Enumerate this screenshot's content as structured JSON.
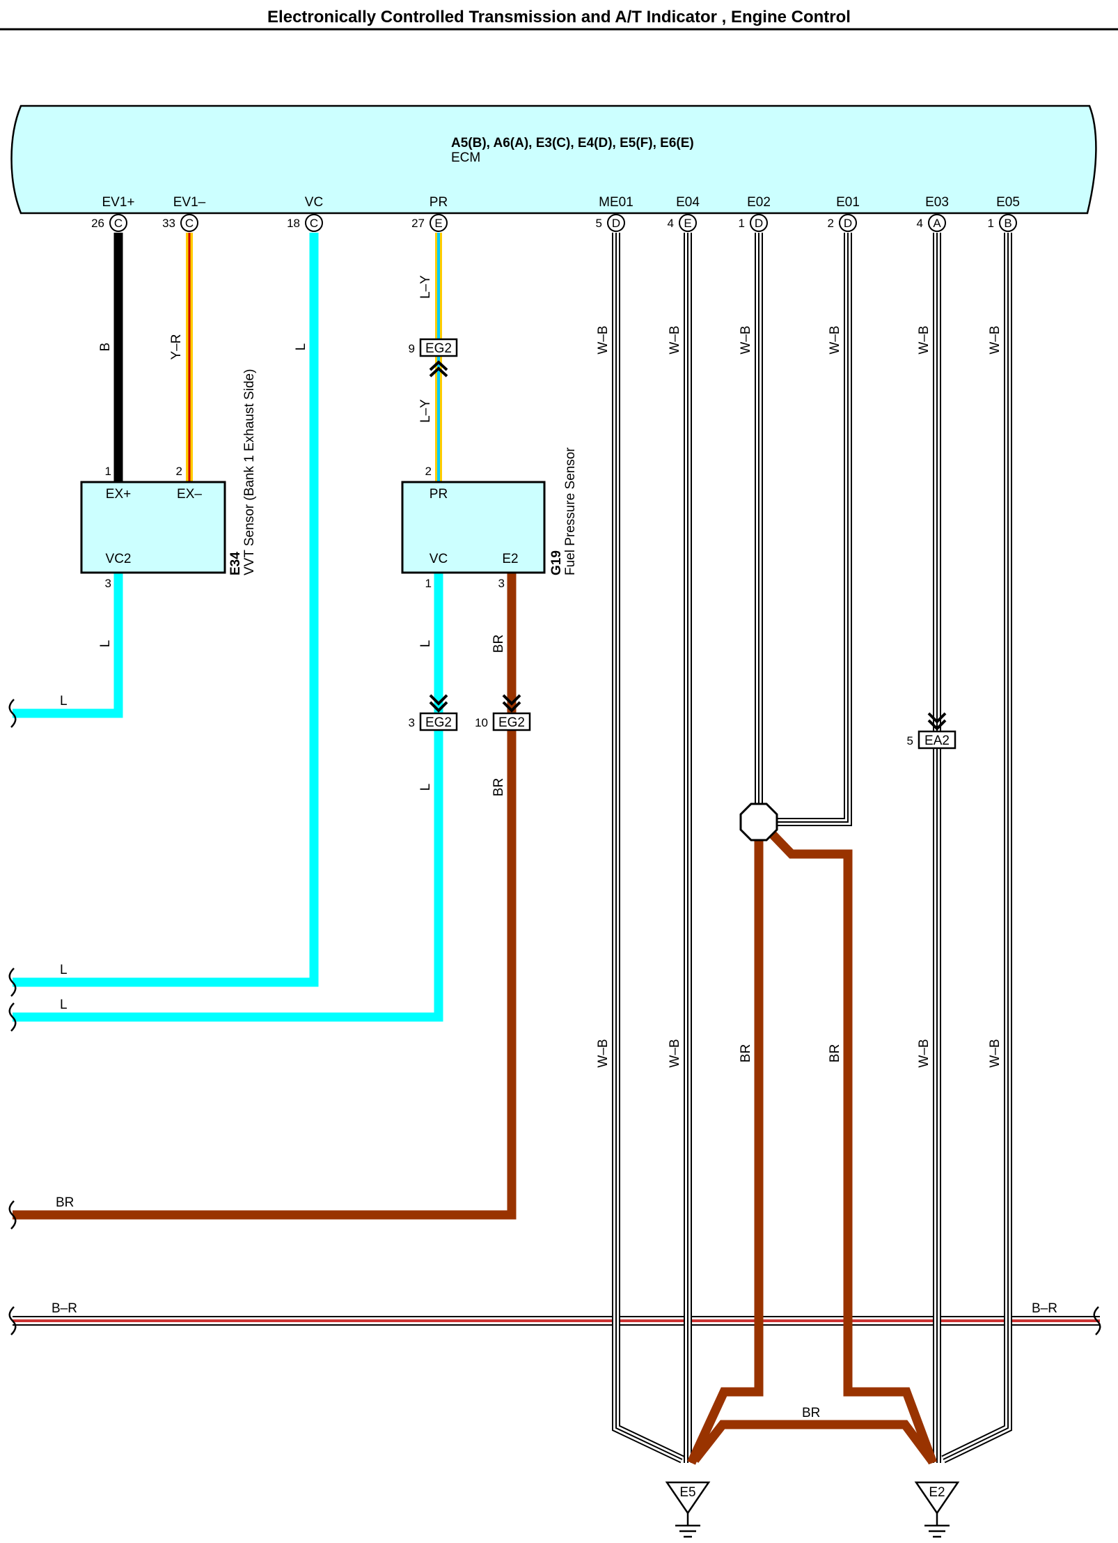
{
  "title": "Electronically Controlled Transmission and A/T Indicator , Engine Control",
  "ecm": {
    "connectors": "A5(B), A6(A), E3(C), E4(D), E5(F), E6(E)",
    "name": "ECM",
    "pins": [
      {
        "name": "EV1+",
        "num": "26",
        "conn": "C"
      },
      {
        "name": "EV1–",
        "num": "33",
        "conn": "C"
      },
      {
        "name": "VC",
        "num": "18",
        "conn": "C"
      },
      {
        "name": "PR",
        "num": "27",
        "conn": "E"
      },
      {
        "name": "ME01",
        "num": "5",
        "conn": "D"
      },
      {
        "name": "E04",
        "num": "4",
        "conn": "E"
      },
      {
        "name": "E02",
        "num": "1",
        "conn": "D"
      },
      {
        "name": "E01",
        "num": "2",
        "conn": "D"
      },
      {
        "name": "E03",
        "num": "4",
        "conn": "A"
      },
      {
        "name": "E05",
        "num": "1",
        "conn": "B"
      }
    ]
  },
  "wire_colors": {
    "B": "B",
    "YR": "Y–R",
    "L": "L",
    "LY": "L–Y",
    "WB": "W–B",
    "BR": "BR",
    "BR_stripe": "B–R"
  },
  "vvt_sensor": {
    "code": "E34",
    "name": "VVT Sensor (Bank 1 Exhaust Side)",
    "pins": [
      {
        "num": "1",
        "label": "EX+"
      },
      {
        "num": "2",
        "label": "EX–"
      },
      {
        "num": "3",
        "label": "VC2"
      }
    ]
  },
  "fuel_sensor": {
    "code": "G19",
    "name": "Fuel Pressure Sensor",
    "pins": [
      {
        "num": "2",
        "label": "PR"
      },
      {
        "num": "1",
        "label": "VC"
      },
      {
        "num": "3",
        "label": "E2"
      }
    ]
  },
  "junctions": {
    "eg2_9": {
      "num": "9",
      "label": "EG2"
    },
    "eg2_3": {
      "num": "3",
      "label": "EG2"
    },
    "eg2_10": {
      "num": "10",
      "label": "EG2"
    },
    "ea2_5": {
      "num": "5",
      "label": "EA2"
    }
  },
  "grounds": {
    "e5": "E5",
    "e2": "E2"
  },
  "colors": {
    "ecm_fill": "#ccffff",
    "sensor_fill": "#ccffff",
    "wire_L": "#00ffff",
    "wire_BR": "#993300",
    "wire_Y": "#ffcc00",
    "wire_R": "#cc0000",
    "wire_B": "#000000"
  }
}
